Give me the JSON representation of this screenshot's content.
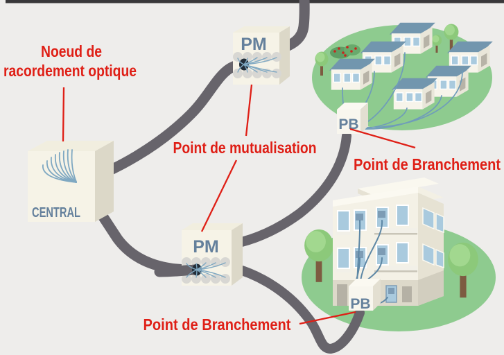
{
  "labels": {
    "nro1": "Noeud de",
    "nro2": "racordement optique",
    "mutualisation": "Point de mutualisation",
    "branchement_top": "Point de Branchement",
    "branchement_bottom": "Point de Branchement"
  },
  "nodes": {
    "central": "CENTRAL",
    "pm_top": "PM",
    "pm_bottom": "PM",
    "pb_neighborhood": "PB",
    "pb_building": "PB"
  },
  "colors": {
    "background": "#eeedeb",
    "top_border": "#39383a",
    "annotation_red": "#df1f16",
    "node_text_blue": "#64809c",
    "cable_gray": "#67646b",
    "fiber_blue": "#7fa8c2",
    "drop_fiber_blue": "#6f9cba",
    "zone_green": "#8ecb8f",
    "roof_blue": "#7296ae",
    "box_face": "#f6f3e7",
    "window_blue": "#a9cade"
  }
}
